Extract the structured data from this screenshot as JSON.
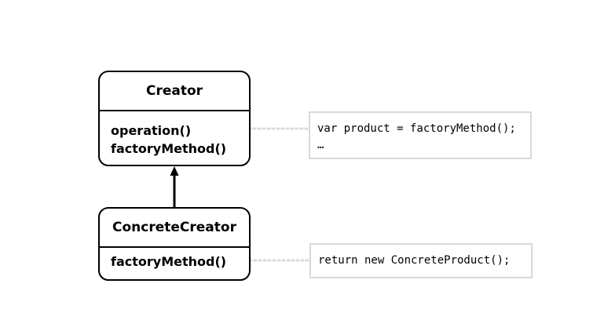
{
  "diagram": {
    "creator": {
      "name": "Creator",
      "methods": [
        "operation()",
        "factoryMethod()"
      ]
    },
    "concrete_creator": {
      "name": "ConcreteCreator",
      "methods": [
        "factoryMethod()"
      ]
    },
    "notes": {
      "operation_impl": [
        "var product = factoryMethod();",
        "…"
      ],
      "factory_impl": [
        "return new ConcreteProduct();"
      ]
    },
    "colors": {
      "stroke": "#000000",
      "note_border": "#d9d9d9",
      "dotted_connector": "#d9d9d9",
      "background": "#ffffff"
    }
  }
}
